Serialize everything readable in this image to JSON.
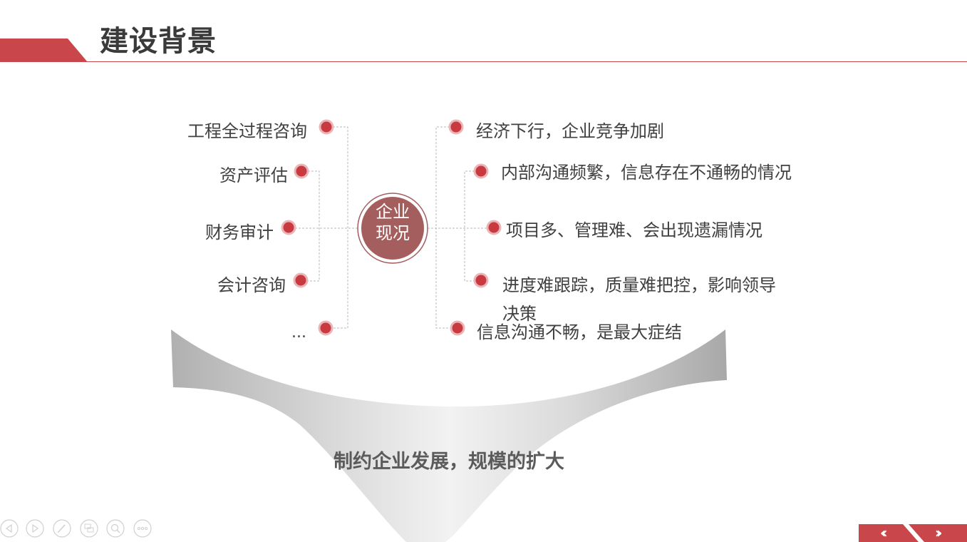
{
  "slide": {
    "title": "建设背景",
    "center_label": {
      "line1": "企业",
      "line2": "现况"
    },
    "left_items": [
      {
        "label": "工程全过程咨询"
      },
      {
        "label": "资产评估"
      },
      {
        "label": "财务审计"
      },
      {
        "label": "会计咨询"
      },
      {
        "label": "..."
      }
    ],
    "right_items": [
      {
        "label": "经济下行，企业竞争加剧"
      },
      {
        "label": "内部沟通频繁，信息存在不通畅的情况"
      },
      {
        "label": "项目多、管理难、会出现遗漏情况"
      },
      {
        "label": "进度难跟踪，质量难把控，影响领导决策"
      },
      {
        "label": "信息沟通不畅，是最大症结"
      }
    ],
    "bottom_text": "制约企业发展，规模的扩大"
  },
  "controls": {
    "icons": [
      "prev-page-icon",
      "next-page-icon",
      "pen-icon",
      "slides-icon",
      "zoom-icon",
      "more-icon"
    ],
    "nav_prev": "‹‹",
    "nav_next": "››"
  },
  "colors": {
    "accent": "#c9474a",
    "dot": "#c83a40",
    "center_circle": "#a55e5e",
    "text": "#404040",
    "title": "#3a3a3a"
  }
}
